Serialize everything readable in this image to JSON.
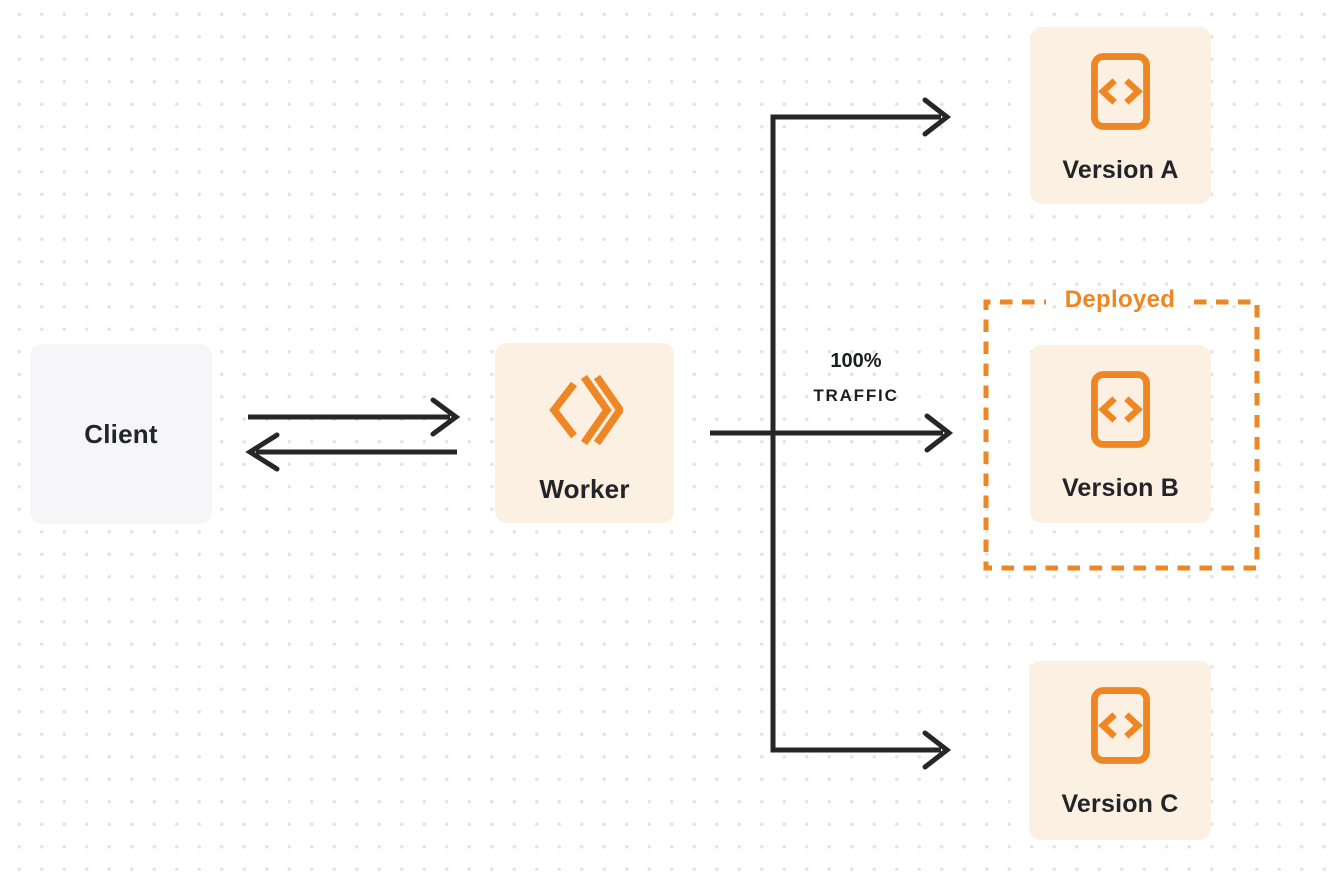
{
  "diagram": {
    "nodes": {
      "client": {
        "label": "Client"
      },
      "worker": {
        "label": "Worker",
        "icon": "cloudflare-workers-logo"
      },
      "version_a": {
        "label": "Version A",
        "icon": "code-file"
      },
      "version_b": {
        "label": "Version B",
        "icon": "code-file"
      },
      "version_c": {
        "label": "Version C",
        "icon": "code-file"
      }
    },
    "labels": {
      "deployed": "Deployed",
      "traffic_percent": "100%",
      "traffic_word": "TRAFFIC"
    },
    "edges": [
      {
        "from": "client",
        "to": "worker",
        "type": "request-arrow"
      },
      {
        "from": "worker",
        "to": "client",
        "type": "response-arrow"
      },
      {
        "from": "worker",
        "to": "version_a",
        "type": "branch-arrow"
      },
      {
        "from": "worker",
        "to": "version_b",
        "type": "branch-arrow",
        "label": "100% TRAFFIC"
      },
      {
        "from": "worker",
        "to": "version_c",
        "type": "branch-arrow"
      }
    ],
    "colors": {
      "orange": "#ee8624",
      "cream_node_bg": "#fbf0e2",
      "client_node_bg": "#f6f6f8",
      "connector_line": "#262626",
      "text_dark": "#232429",
      "dot_grid": "#e3e3e3"
    }
  }
}
